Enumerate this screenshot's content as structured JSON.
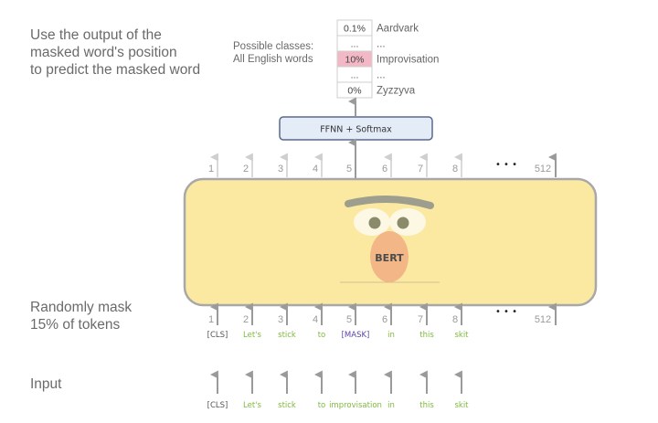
{
  "annotations": {
    "top": [
      "Use the output of the",
      "masked word's position",
      "to predict the masked word"
    ],
    "mask": [
      "Randomly mask",
      "15% of tokens"
    ],
    "input": "Input"
  },
  "classes_label": [
    "Possible classes:",
    "All English words"
  ],
  "output_classes": [
    {
      "pct": "0.1%",
      "word": "Aardvark",
      "highlight": false
    },
    {
      "pct": "...",
      "word": "...",
      "highlight": false
    },
    {
      "pct": "10%",
      "word": "Improvisation",
      "highlight": true
    },
    {
      "pct": "...",
      "word": "...",
      "highlight": false
    },
    {
      "pct": "0%",
      "word": "Zyzzyva",
      "highlight": false
    }
  ],
  "ffnn_label": "FFNN + Softmax",
  "model_label": "BERT",
  "positions": [
    "1",
    "2",
    "3",
    "4",
    "5",
    "6",
    "7",
    "8"
  ],
  "last_position": "512",
  "ellipsis": "• • •",
  "masked_tokens": [
    {
      "text": "[CLS]",
      "kind": "special"
    },
    {
      "text": "Let's",
      "kind": "word"
    },
    {
      "text": "stick",
      "kind": "word"
    },
    {
      "text": "to",
      "kind": "word"
    },
    {
      "text": "[MASK]",
      "kind": "mask"
    },
    {
      "text": "in",
      "kind": "word"
    },
    {
      "text": "this",
      "kind": "word"
    },
    {
      "text": "skit",
      "kind": "word"
    }
  ],
  "input_tokens": [
    {
      "text": "[CLS]",
      "kind": "special"
    },
    {
      "text": "Let's",
      "kind": "word"
    },
    {
      "text": "stick",
      "kind": "word"
    },
    {
      "text": "to",
      "kind": "word"
    },
    {
      "text": "improvisation",
      "kind": "word"
    },
    {
      "text": "in",
      "kind": "word"
    },
    {
      "text": "this",
      "kind": "word"
    },
    {
      "text": "skit",
      "kind": "word"
    }
  ],
  "colors": {
    "word": "#7dbb3c",
    "mask": "#5a3fa8",
    "special": "#555555",
    "body_fill": "#fbe9a2",
    "body_stroke": "#a8a8a8",
    "ffnn_fill": "#e4ecf8",
    "ffnn_stroke": "#5a6a8a",
    "highlight": "#f2b8c6",
    "face": "#f3b686",
    "arrow": "#b5b5b5"
  }
}
